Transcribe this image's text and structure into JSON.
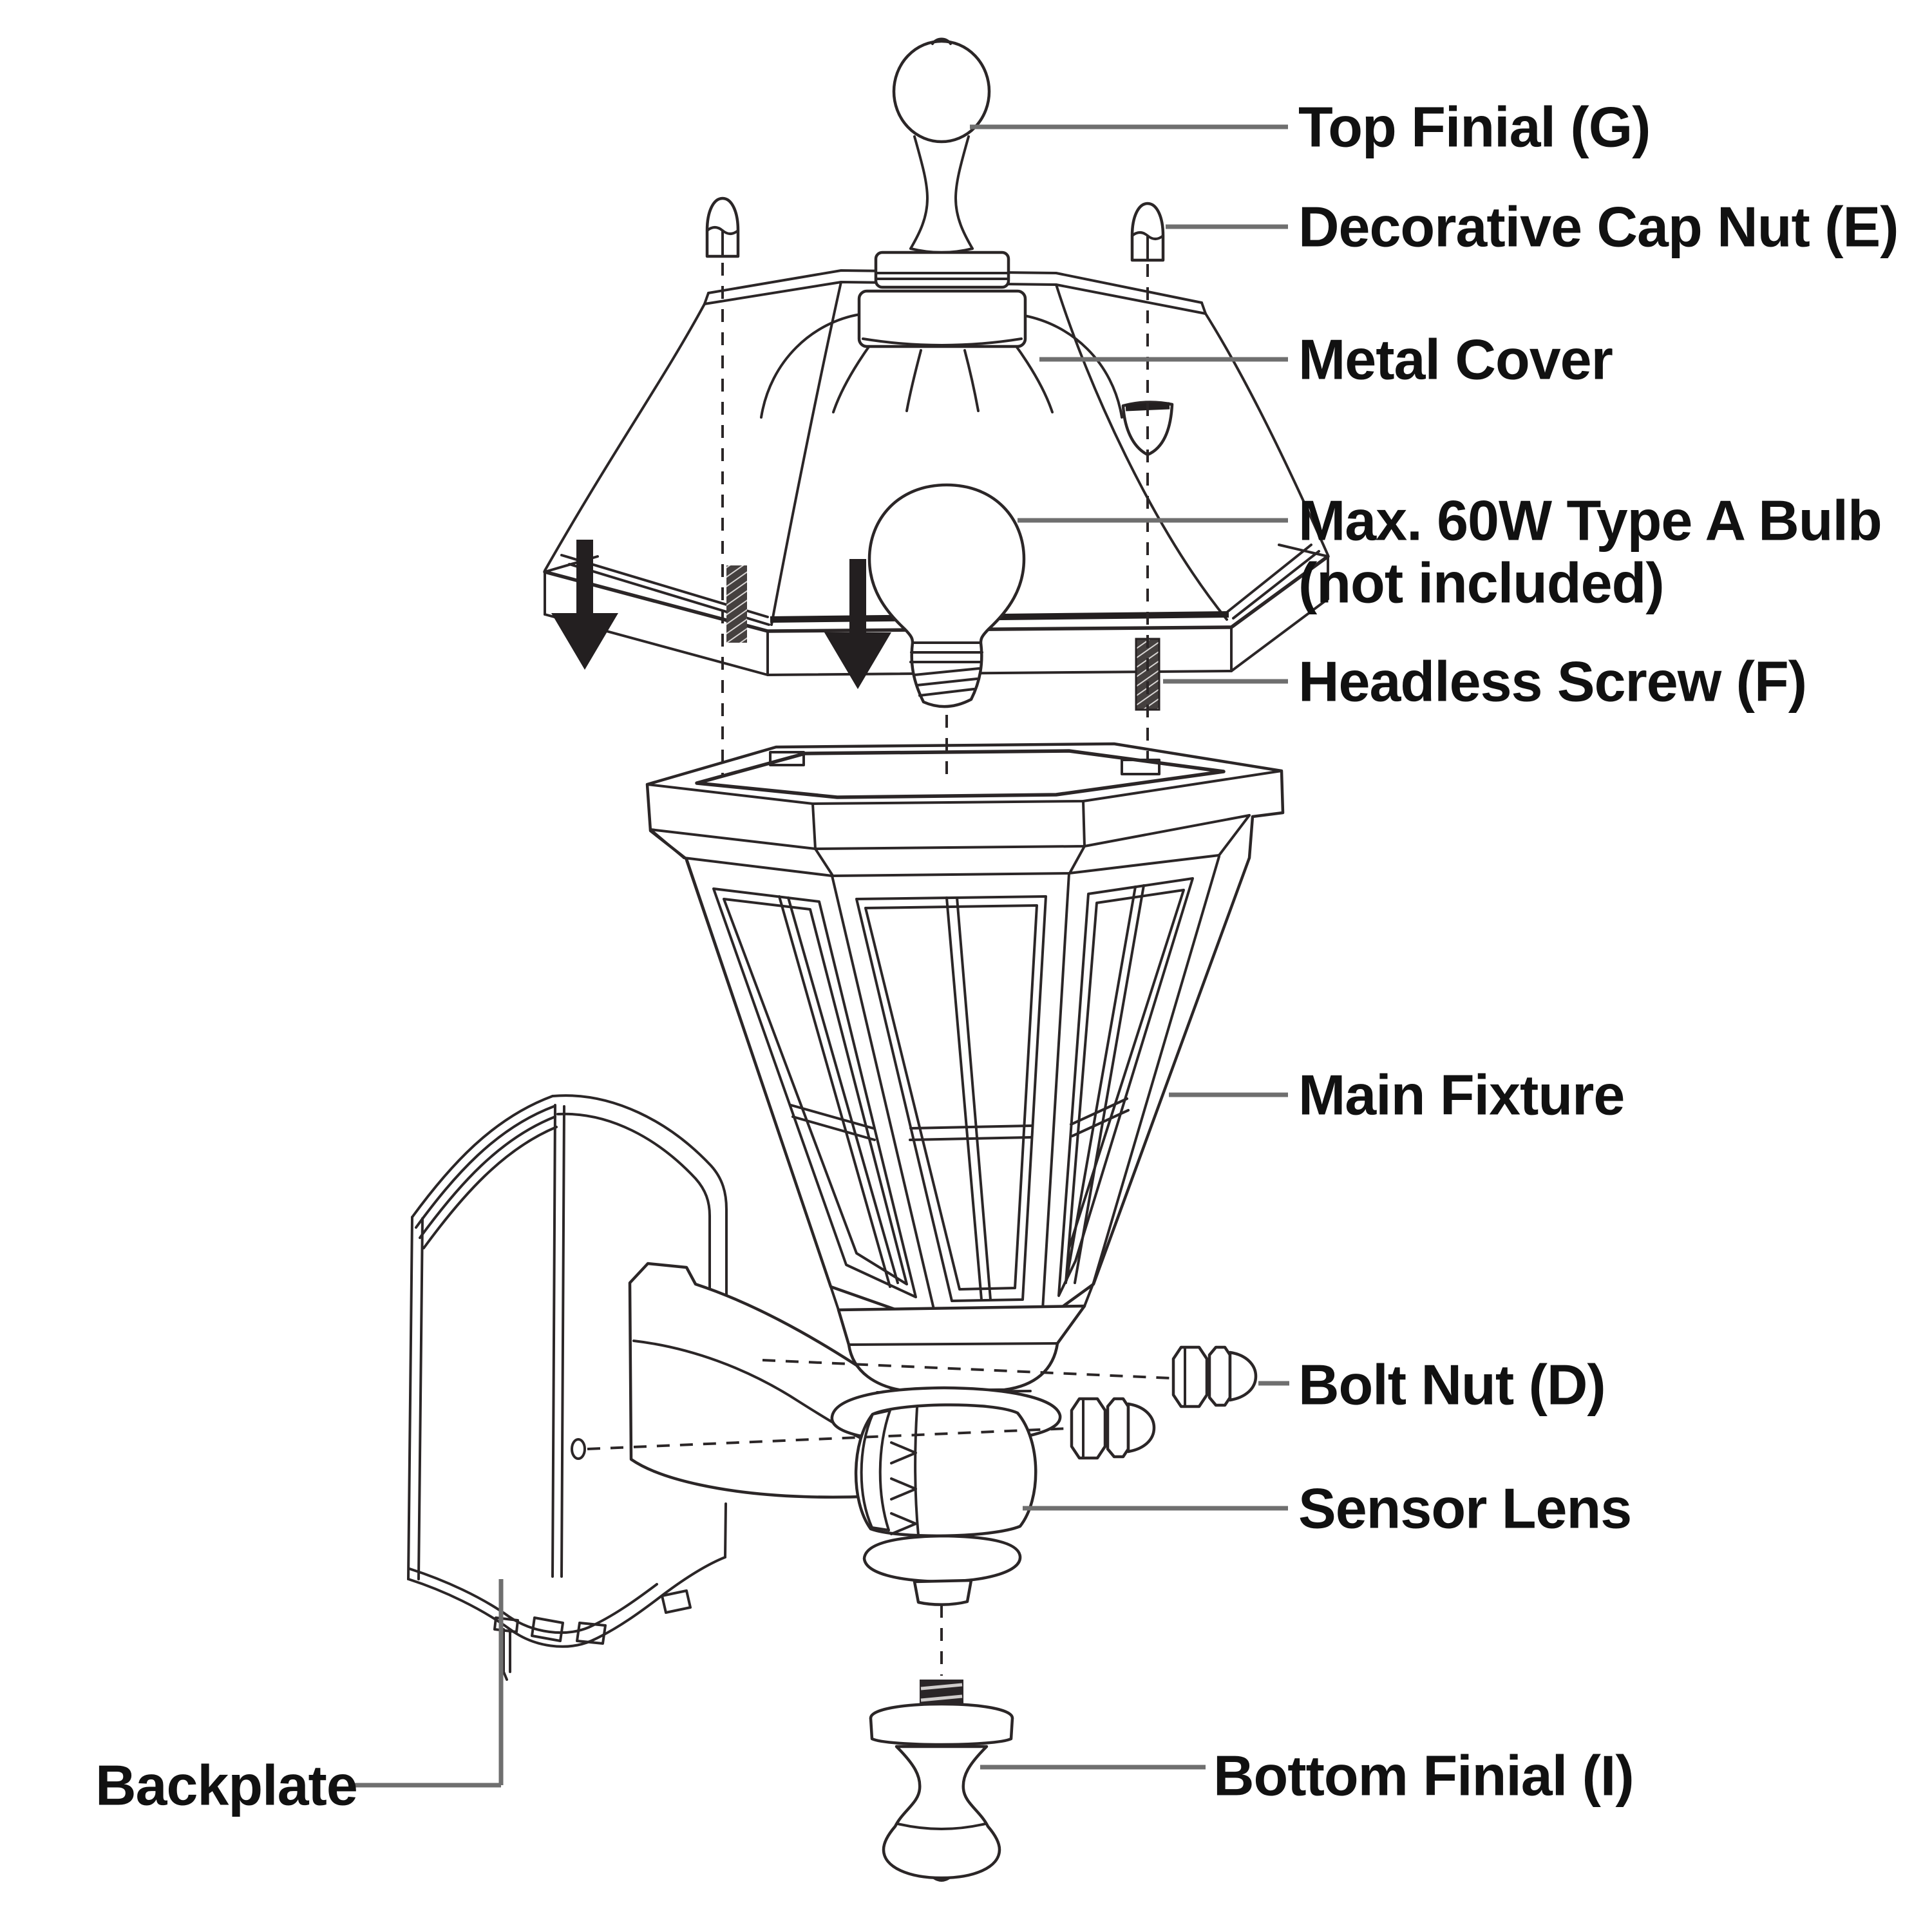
{
  "diagram": {
    "type": "exploded-parts-diagram",
    "subject": "outdoor wall lantern light fixture",
    "background": "#ffffff",
    "line_color": "#2b2627",
    "leader_color": "#6f6f6f",
    "text_color": "#111111",
    "labels": {
      "top_finial": "Top Finial (G)",
      "decorative_cap_nut": "Decorative Cap Nut (E)",
      "metal_cover": "Metal Cover",
      "bulb_line1": "Max. 60W Type A Bulb",
      "bulb_line2": "(not included)",
      "headless_screw": "Headless Screw (F)",
      "main_fixture": "Main Fixture",
      "bolt_nut": "Bolt Nut (D)",
      "sensor_lens": "Sensor Lens",
      "bottom_finial": "Bottom Finial (I)",
      "backplate": "Backplate"
    }
  }
}
